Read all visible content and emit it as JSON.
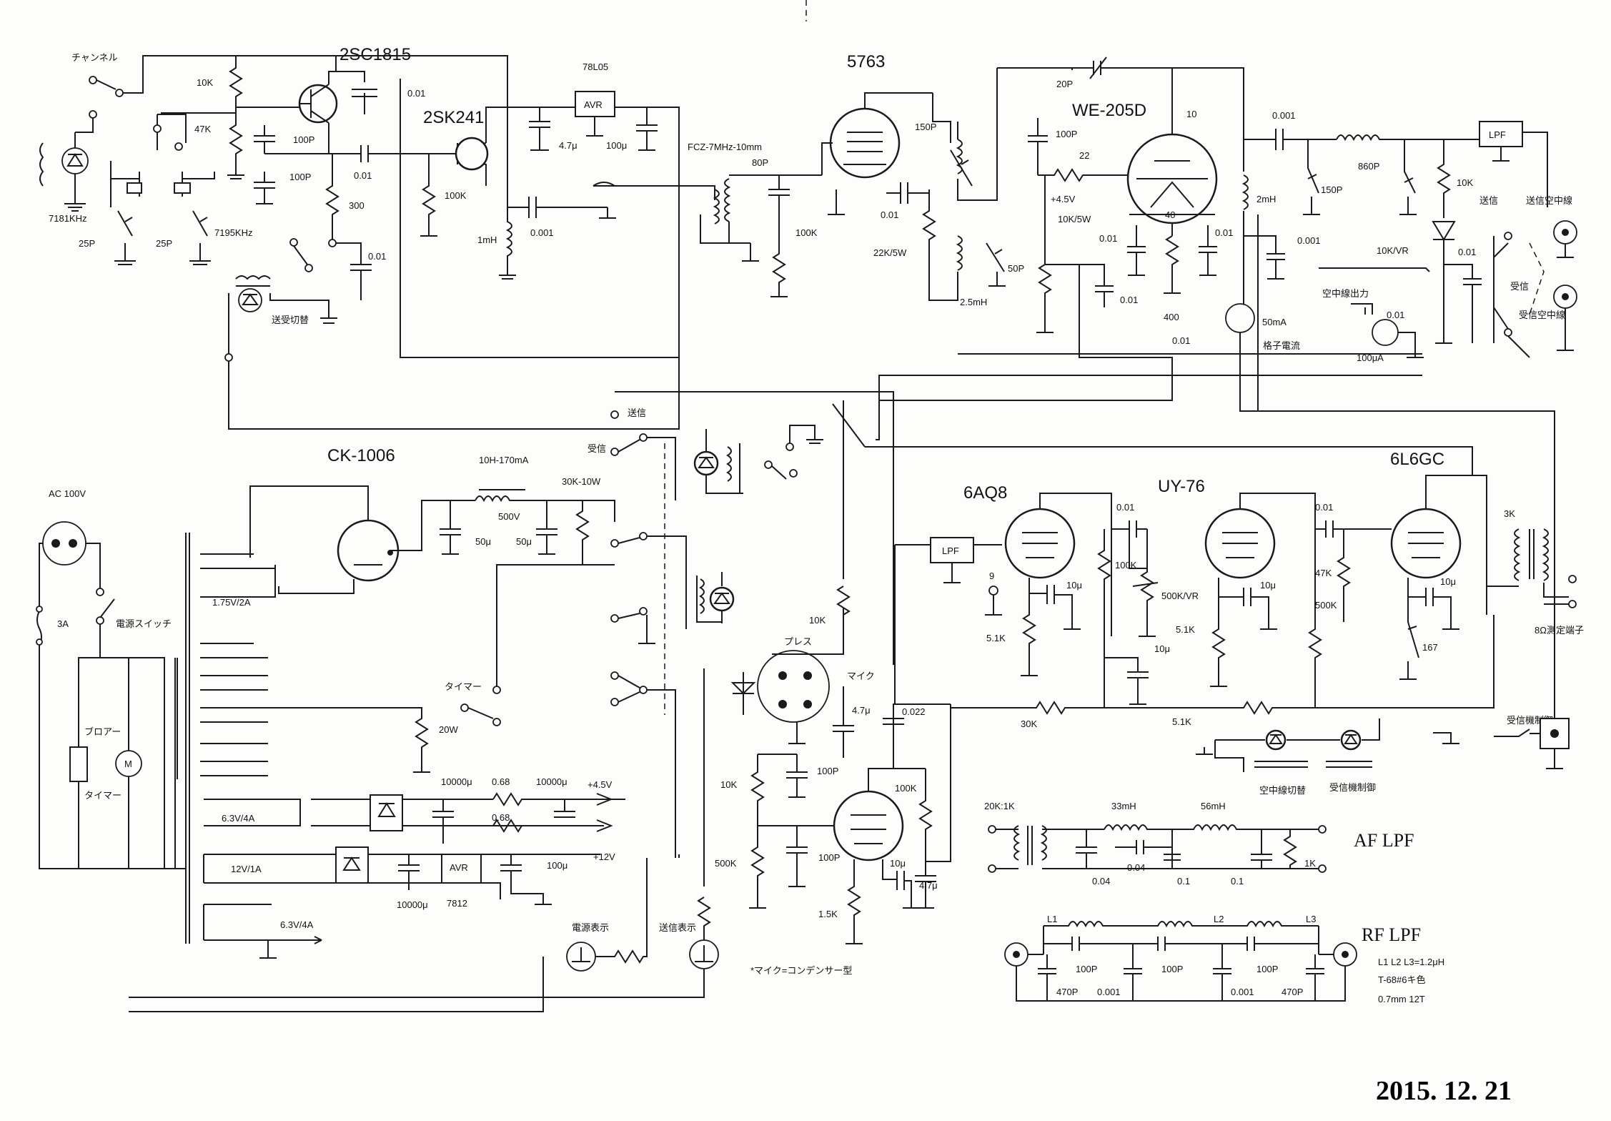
{
  "date": "2015. 12. 21",
  "tubes": {
    "tx_osc": "2SC1815",
    "fet": "2SK241",
    "driver": "5763",
    "final": "WE-205D",
    "rectifier": "CK-1006",
    "mic_amp1": "6AQ8",
    "mic_amp2": "UY-76",
    "modulator": "6L6GC"
  },
  "sections": {
    "af_lpf": "AF LPF",
    "rf_lpf": "RF LPF"
  },
  "labels": {
    "channel": "チャンネル",
    "r10k_a": "10K",
    "r47k": "47K",
    "c001_a": "0.01",
    "c100p_a": "100P",
    "c100p_b": "100P",
    "c001_b": "0.01",
    "r300": "300",
    "c001_c": "0.01",
    "xtal1": "7181KHz",
    "xtal2": "7195KHz",
    "c25p_a": "25P",
    "c25p_b": "25P",
    "txrx_sw": "送受切替",
    "vreg1": "78L05",
    "avr1": "AVR",
    "c47u_a": "4.7μ",
    "c100u_a": "100μ",
    "r100k_a": "100K",
    "c0001_a": "0.001",
    "l1mh": "1mH",
    "core": "FCZ-7MHz-10mm",
    "c80p": "80P",
    "r100k_b": "100K",
    "c150p_a": "150P",
    "c001_d": "0.01",
    "r22k5w": "22K/5W",
    "c20p": "20P",
    "c100p_c": "100P",
    "r22": "22",
    "v45": "+4.5V",
    "r10k5w": "10K/5W",
    "r10": "10",
    "r40": "40",
    "c001_e": "0.01",
    "c001_f": "0.01",
    "c001_g": "0.01",
    "c001_h": "0.01",
    "r400": "400",
    "c50p": "50P",
    "l25mh": "2.5mH",
    "ma50": "50mA",
    "grid_meter": "格子電流",
    "c0001_b": "0.001",
    "l2mh": "2mH",
    "c0001_c": "0.001",
    "c150p_b": "150P",
    "c860p": "860P",
    "lpf_rf": "LPF",
    "r10k_b": "10K",
    "tx": "送信",
    "tx_ant": "送信空中線",
    "rx": "受信",
    "rx_ant": "受信空中線",
    "ant_out": "空中線出力",
    "c001_i": "0.01",
    "ua100": "100μA",
    "r10kvr": "10K/VR",
    "c001_j": "0.01",
    "sw_tx": "送信",
    "sw_rx": "受信",
    "ac100": "AC 100V",
    "fuse": "3A",
    "power_sw": "電源スイッチ",
    "blower": "ブロアー",
    "timer_label": "タイマー",
    "motor": "M",
    "heater175": "1.75V/2A",
    "choke": "10H-170mA",
    "v500": "500V",
    "r30k10w": "30K-10W",
    "c50u_a": "50μ",
    "c50u_b": "50μ",
    "timer": "タイマー",
    "r20w": "20W",
    "h63a": "6.3V/4A",
    "h63b": "6.3V/4A",
    "v12a": "12V/1A",
    "c10000u_a": "10000μ",
    "r068a": "0.68",
    "c10000u_b": "10000μ",
    "v45b": "+4.5V",
    "r068b": "0.68",
    "avr2": "AVR",
    "c100u_b": "100μ",
    "v12": "+12V",
    "c10000u_c": "10000μ",
    "vreg2": "7812",
    "pwr_ind": "電源表示",
    "tx_ind": "送信表示",
    "press": "プレス",
    "mic": "マイク",
    "r10k_c": "10K",
    "c47u_b": "4.7μ",
    "c0022": "0.022",
    "r10k_d": "10K",
    "r500k_a": "500K",
    "c100p_d": "100P",
    "c100p_e": "100P",
    "r100k_c": "100K",
    "c10u_a": "10μ",
    "r15k": "1.5K",
    "c47u_c": "4.7μ",
    "mic_note": "*マイク=コンデンサー型",
    "lpf_af": "LPF",
    "r9": "9",
    "r51k_a": "5.1K",
    "c10u_b": "10μ",
    "c001_k": "0.01",
    "r100k_d": "100K",
    "r500kvr": "500K/VR",
    "r51k_b": "5.1K",
    "c10u_c": "10μ",
    "c10u_d": "10μ",
    "c001_l": "0.01",
    "r500k_b": "500K",
    "c10u_e": "10μ",
    "r167": "167",
    "xfmr3k": "3K",
    "spk": "8Ω測定端子",
    "r30k": "30K",
    "r51k_c": "5.1K",
    "ant_sw": "空中線切替",
    "rx_ctrl": "受信機制御",
    "rx_ctrl2": "受信機制御",
    "af_xfmr": "20K:1K",
    "l33mh": "33mH",
    "l56mh": "56mH",
    "c004_a": "0.04",
    "c004_b": "0.04",
    "c01_a": "0.1",
    "c01_b": "0.1",
    "r1k": "1K",
    "l1": "L1",
    "l2": "L2",
    "l3": "L3",
    "c100p_f": "100P",
    "c100p_g": "100P",
    "c100p_h": "100P",
    "c470p_a": "470P",
    "c0001_d": "0.001",
    "c0001_e": "0.001",
    "c470p_b": "470P",
    "coil_note1": "L1 L2 L3=1.2μH",
    "coil_note2": "T-68#6キ色",
    "coil_note3": "0.7mm 12T"
  }
}
